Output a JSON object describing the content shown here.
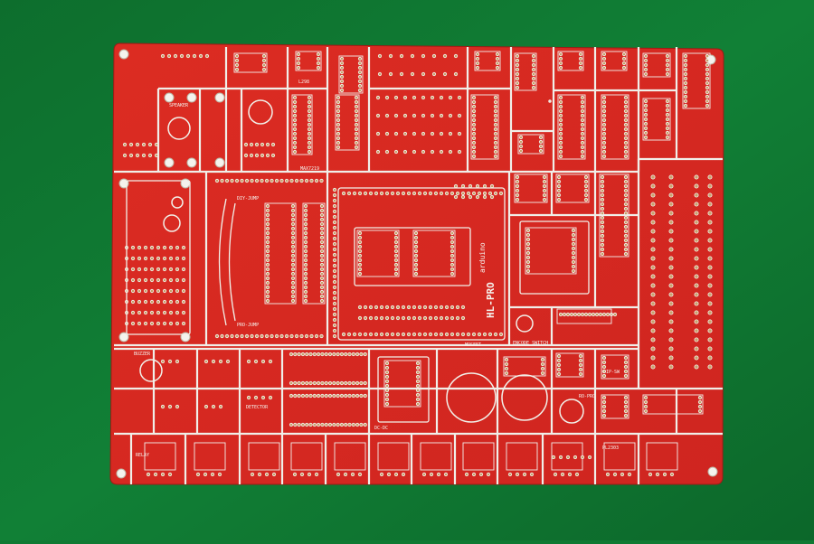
{
  "scene": {
    "board_color": "#d92a22",
    "silk_color": "#f2f2ee",
    "mat_color": "#0f7a33",
    "hole_color": "#c8a06a"
  },
  "labels": {
    "speaker": "SPEAKER",
    "diy_jump": "DIY-JUMP",
    "pro_jump": "PRO-JUMP",
    "hl_pro": "HL-PRO",
    "arduino": "arduino",
    "encode_switch": "ENCODE SWITCH",
    "buzzer": "BUZZER",
    "rotary": "RO-PRO",
    "detector": "DETECTOR",
    "mosfet": "MOSFET",
    "dip_sw": "DIP-SW",
    "relay": "RELAY",
    "pl2303": "PL2303",
    "max7219": "MAX7219",
    "dc_dc": "DC-DC",
    "l298": "L298"
  }
}
